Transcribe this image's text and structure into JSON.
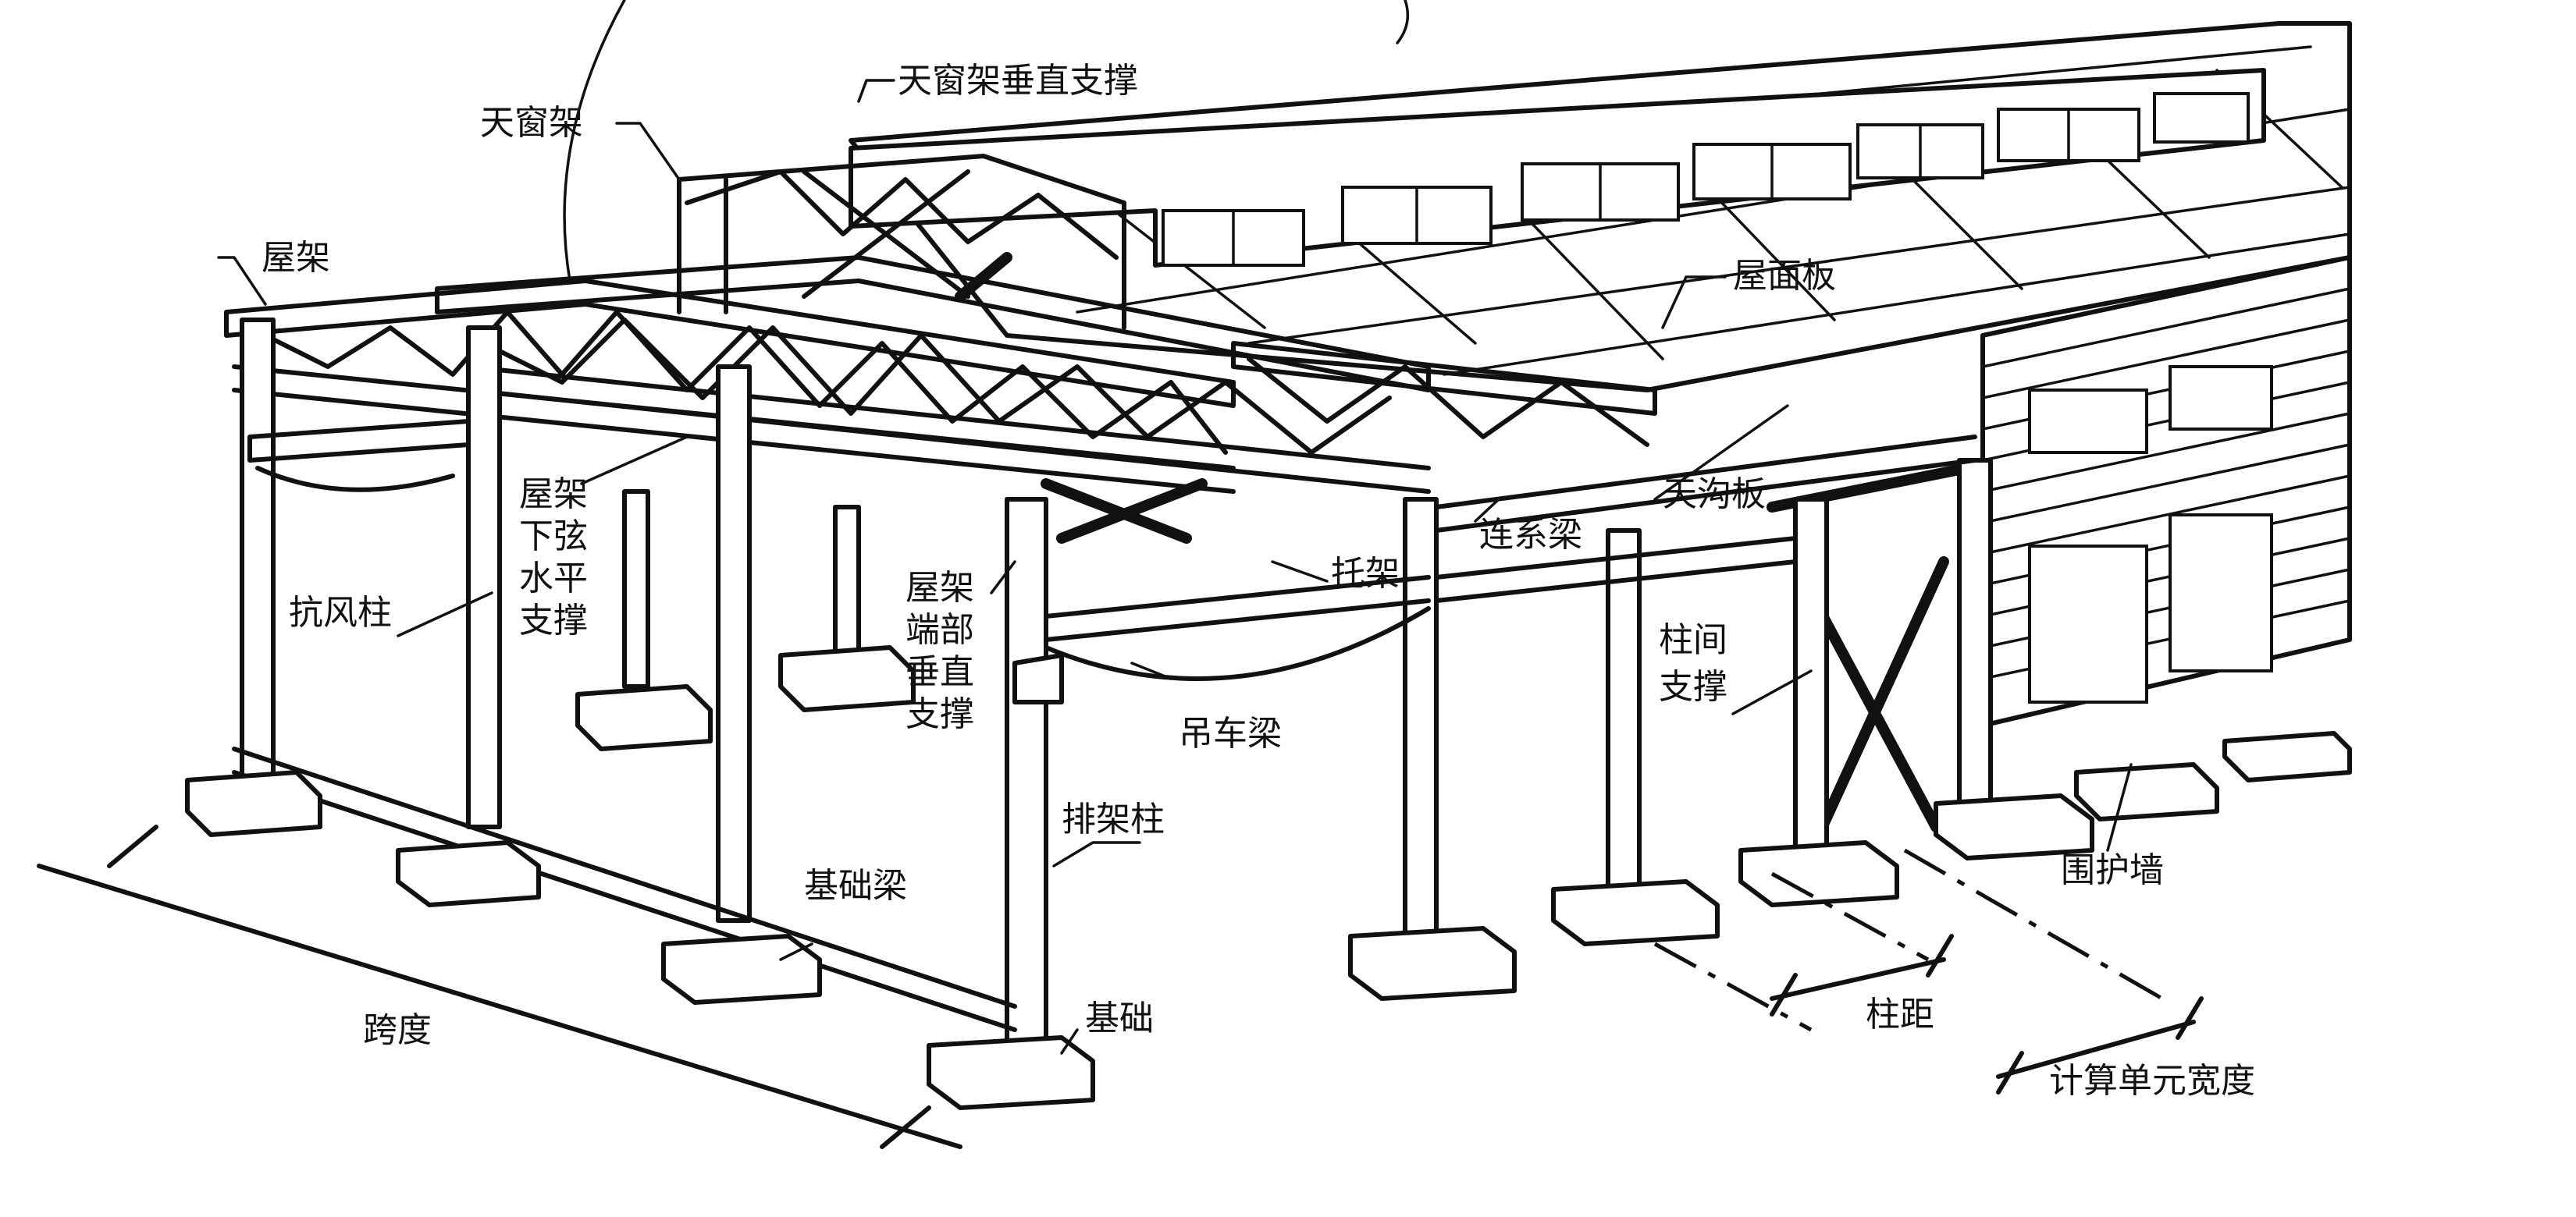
{
  "labels": {
    "skylight_frame": "天窗架",
    "skylight_vertical_brace": "天窗架垂直支撑",
    "roof_truss": "屋架",
    "roof_panel": "屋面板",
    "truss_lower_chord_brace": [
      "屋架",
      "下弦",
      "水平",
      "支撑"
    ],
    "wind_column": "抗风柱",
    "truss_end_vertical_brace": [
      "屋架",
      "端部",
      "垂直",
      "支撑"
    ],
    "gutter_panel": "天沟板",
    "tie_beam": "连系梁",
    "support_truss": "托架",
    "crane_beam": "吊车梁",
    "column_brace": [
      "柱间",
      "支撑"
    ],
    "bent_column": "排架柱",
    "foundation_beam": "基础梁",
    "foundation": "基础",
    "enclosure_wall": "围护墙",
    "span": "跨度",
    "column_spacing": "柱距",
    "calc_unit_width": "计算单元宽度"
  }
}
